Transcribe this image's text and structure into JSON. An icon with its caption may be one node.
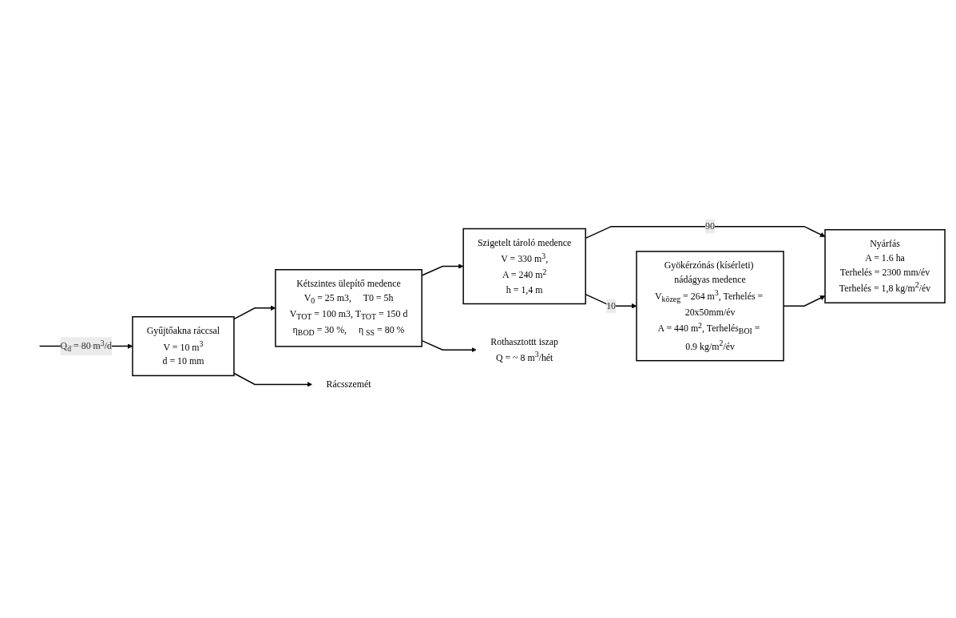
{
  "diagram": {
    "nodes": [
      {
        "text": [
          "Gyűjtőakna ráccsal",
          "V = 10 m$^{3}$",
          "d = 10 mm"
        ]
      },
      {
        "text": [
          "Kétszintes ülepítő medence",
          "V$_{0}$ = 25 m3,     T0 = 5h",
          "V$_{TOT}$ = 100 m3, T$_{TOT}$ = 150 d",
          "η$_{BOD}$ = 30 %,     η $_{SS}$ = 80 %"
        ]
      },
      {
        "text": [
          "Szigetelt tároló medence",
          "V = 330 m$^{3}$,",
          "A = 240 m$^{2}$",
          "h = 1,4 m"
        ]
      },
      {
        "text": [
          "Nyárfás",
          "A = 1.6 ha",
          "Terhelés = 2300 mm/év",
          "Terhelés = 1,8 kg/m$^{2}$/év"
        ]
      },
      {
        "text": [
          "Gyökérzónás (kísérleti) nádágyas medence",
          "V$_{közeg}$ = 264 m$^{3}$, Terhelés = 20x50mm/év",
          "A = 440 m$^{2}$, Terhelés$_{BOI}$ = 0.9 kg/m$^{2}$/év"
        ]
      },
      {
        "text": [
          "Rácsszemét"
        ]
      },
      {
        "text": [
          "Rothasztottt iszap",
          "Q = ~ 8 m$^{3}$/hét"
        ]
      }
    ],
    "edges": [
      {
        "from": null,
        "to": 0,
        "arrow": "to",
        "label": "Q$_{d}$ = 80 m$^{3}$/d"
      },
      {
        "from": 0,
        "to": 1,
        "arrow": "to"
      },
      {
        "from": 0,
        "to": 5,
        "arrow": "to"
      },
      {
        "from": 1,
        "to": 2,
        "arrow": "to"
      },
      {
        "from": 1,
        "to": 6,
        "arrow": "to"
      },
      {
        "from": 2,
        "to": 3,
        "arrow": "to",
        "label": "90"
      },
      {
        "from": 2,
        "to": 4,
        "arrow": "to",
        "label": "10"
      },
      {
        "from": 4,
        "to": 3,
        "arrow": "to"
      }
    ]
  }
}
